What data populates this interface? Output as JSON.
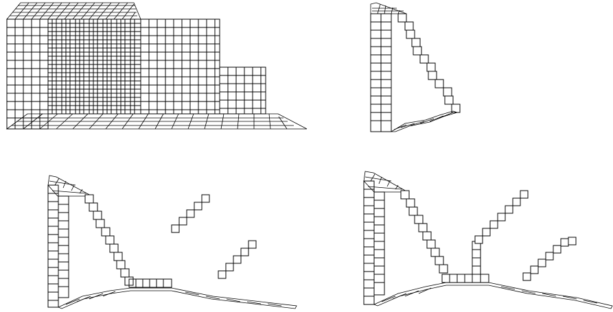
{
  "figure": {
    "description_panels": [
      "full-mesh",
      "partial-mesh",
      "mesh-with-diagonals",
      "mesh-with-branches"
    ],
    "colors": {
      "line": "#000000",
      "background": "#ffffff"
    }
  }
}
